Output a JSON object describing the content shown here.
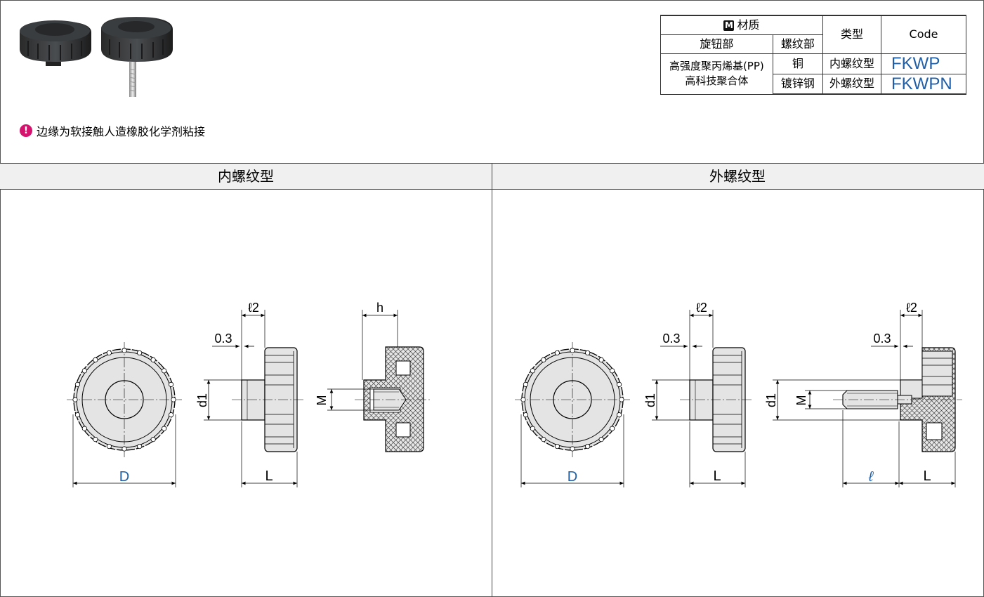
{
  "note": {
    "text": "边缘为软接触人造橡胶化学剂粘接",
    "icon": "exclamation-icon",
    "color": "#d6126f"
  },
  "table": {
    "material_label": "材质",
    "material_badge": "M",
    "knob_label": "旋钮部",
    "thread_label": "螺纹部",
    "type_label": "类型",
    "code_label": "Code",
    "knob_material_line1": "高强度聚丙烯基(PP)",
    "knob_material_line2": "高科技聚合体",
    "rows": [
      {
        "thread": "铜",
        "type": "内螺纹型",
        "code": "FKWP"
      },
      {
        "thread": "镀锌钢",
        "type": "外螺纹型",
        "code": "FKWPN"
      }
    ],
    "code_color": "#1f5fa8"
  },
  "sections": {
    "left_title": "内螺纹型",
    "right_title": "外螺纹型"
  },
  "dims": {
    "D": "D",
    "L": "L",
    "d1": "d1",
    "l2": "ℓ2",
    "h": "h",
    "M": "M",
    "l": "ℓ",
    "gap": "0.3",
    "highlight_color": "#1f5fa8"
  }
}
